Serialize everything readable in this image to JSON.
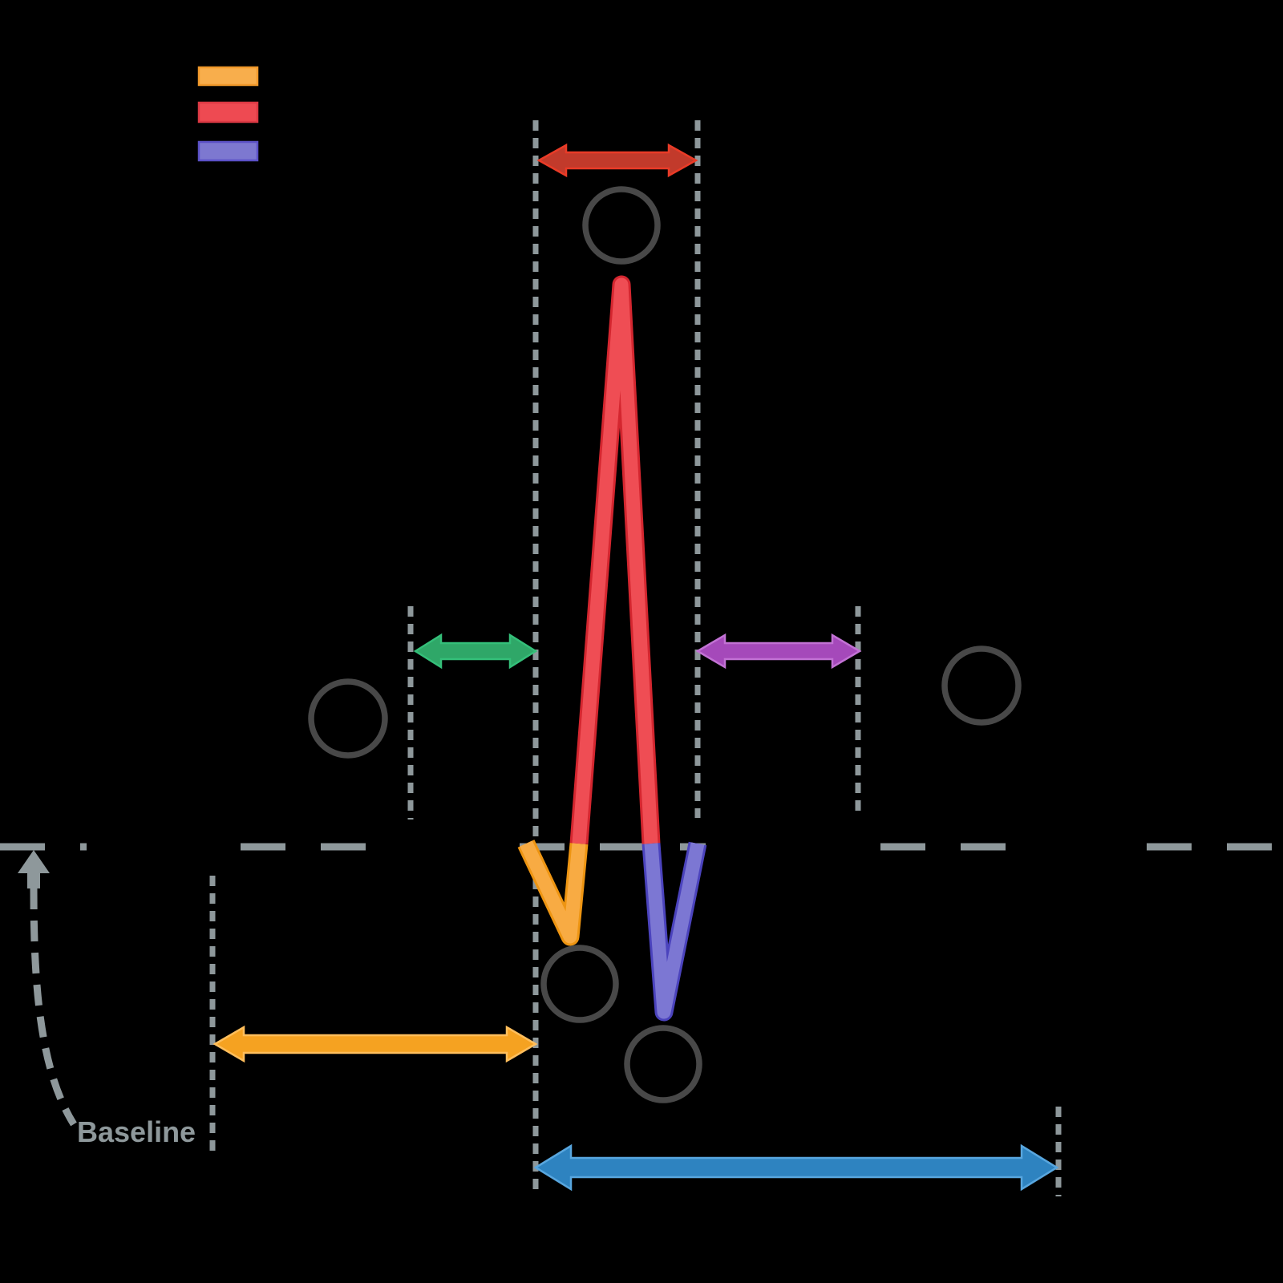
{
  "baseline": {
    "label": "Baseline",
    "text_color": "#8E989B",
    "pointer_color": "#8E989B"
  },
  "guides": {
    "dash_color": "#8E989B"
  },
  "wave_markers": {
    "outline_color": "#484848",
    "count": 5
  },
  "legend": {
    "swatches": [
      {
        "name": "orange",
        "fill": "#F8AE4C",
        "stroke": "#F1992B"
      },
      {
        "name": "red",
        "fill": "#EE4A52",
        "stroke": "#DC3944"
      },
      {
        "name": "purple",
        "fill": "#7D78D0",
        "stroke": "#5B51C6"
      }
    ]
  },
  "trace": {
    "segments": [
      {
        "name": "q-wave-dip",
        "fill": "#F8AB43",
        "stroke": "#EE9512"
      },
      {
        "name": "r-spike",
        "fill": "#EF4D54",
        "stroke": "#D4262F"
      },
      {
        "name": "s-wave-dip",
        "fill": "#7C77D3",
        "stroke": "#4B43BD"
      }
    ]
  },
  "arrows": {
    "top_red": {
      "fill": "#C23A2B",
      "stroke": "#EA3B27"
    },
    "mid_green": {
      "fill": "#2FA768",
      "stroke": "#34BF79"
    },
    "mid_purple": {
      "fill": "#A549BA",
      "stroke": "#C272D4"
    },
    "bottom_orange": {
      "fill": "#F5A221",
      "stroke": "#FFBE5C"
    },
    "bottom_blue": {
      "fill": "#2E83C0",
      "stroke": "#58A6DE"
    }
  },
  "colors": {
    "background": "#000000"
  }
}
